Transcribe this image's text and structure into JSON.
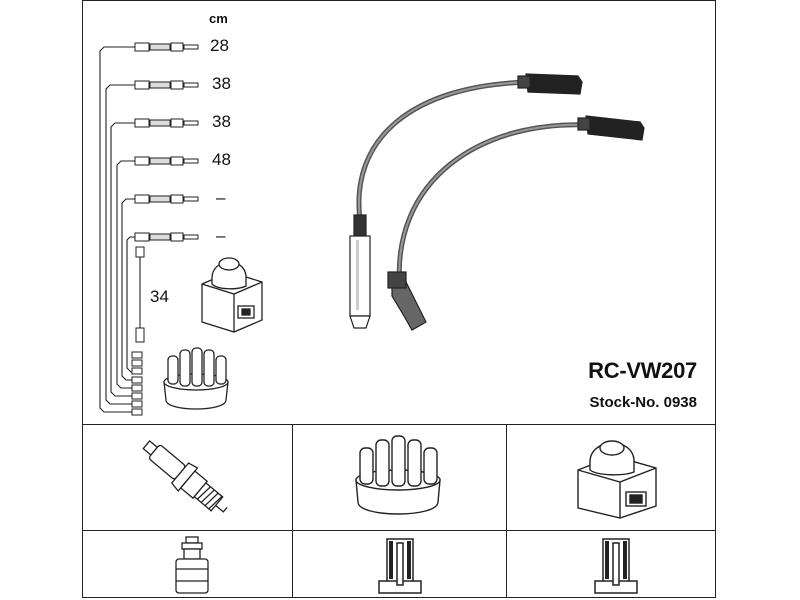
{
  "header": {
    "unit": "cm"
  },
  "leads": [
    {
      "length": "28"
    },
    {
      "length": "38"
    },
    {
      "length": "38"
    },
    {
      "length": "48"
    },
    {
      "length": "–"
    },
    {
      "length": "–"
    }
  ],
  "coil_lead": {
    "length": "34"
  },
  "product": {
    "model": "RC-VW207",
    "stock": "Stock-No. 0938"
  },
  "components": [
    "spark-plug",
    "distributor-cap",
    "ignition-coil"
  ],
  "icons": [
    "plug-terminal-icon",
    "cap-terminal-icon",
    "coil-terminal-icon"
  ]
}
